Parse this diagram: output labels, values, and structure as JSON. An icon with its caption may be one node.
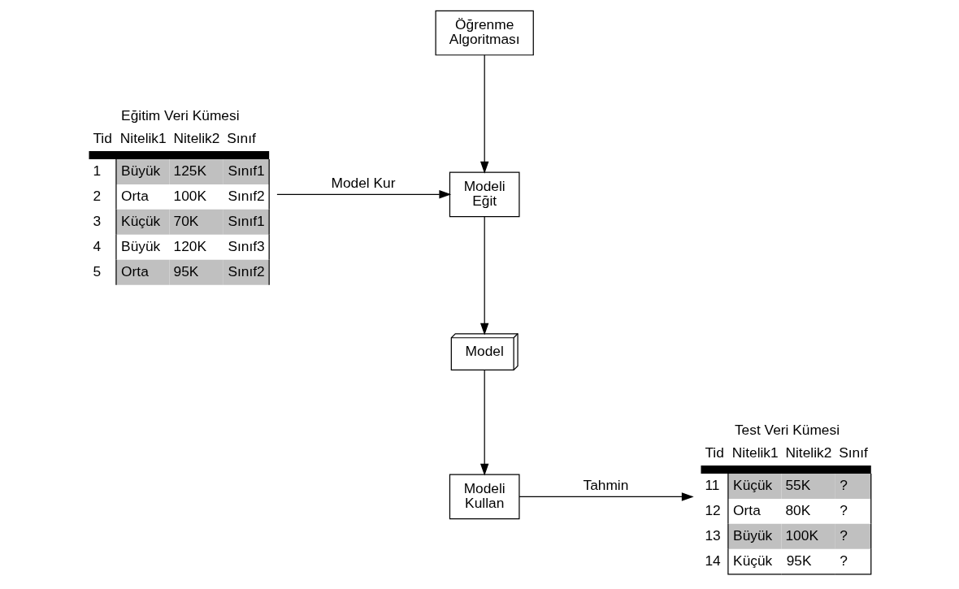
{
  "diagram": {
    "nodes": [
      {
        "text": [
          "Eğitim Veri Kümesi",
          "Tid",
          "Nitelik1",
          "Nitelik2",
          "Sınıf",
          "1",
          "Büyük",
          "125K",
          "Sınıf1",
          "2",
          "Orta",
          "100K",
          "Sınıf2",
          "3",
          "Küçük",
          "70K",
          "Sınıf1",
          "4",
          "Büyük",
          "120K",
          "Sınıf3",
          "5",
          "Orta",
          "95K",
          "Sınıf2"
        ]
      },
      {
        "text": [
          "Öğrenme Algoritması"
        ]
      },
      {
        "text": [
          "Modeli Eğit"
        ]
      },
      {
        "text": [
          "Model"
        ]
      },
      {
        "text": [
          "Modeli Kullan"
        ]
      },
      {
        "text": [
          "Test Veri Kümesi",
          "Tid",
          "Nitelik1",
          "Nitelik2",
          "Sınıf",
          "11",
          "Küçük",
          "55K",
          "?",
          "12",
          "Orta",
          "80K",
          "?",
          "13",
          "Büyük",
          "100K",
          "?",
          "14",
          "Küçük",
          "95K",
          "?"
        ]
      }
    ],
    "edges": [
      {
        "from": 0,
        "to": 2,
        "arrow": "to",
        "label": "Model Kur"
      },
      {
        "from": 1,
        "to": 2,
        "arrow": "to"
      },
      {
        "from": 2,
        "to": 3,
        "arrow": "to"
      },
      {
        "from": 3,
        "to": 4,
        "arrow": "to"
      },
      {
        "from": 4,
        "to": 5,
        "arrow": "to",
        "label": "Tahmin"
      }
    ]
  }
}
